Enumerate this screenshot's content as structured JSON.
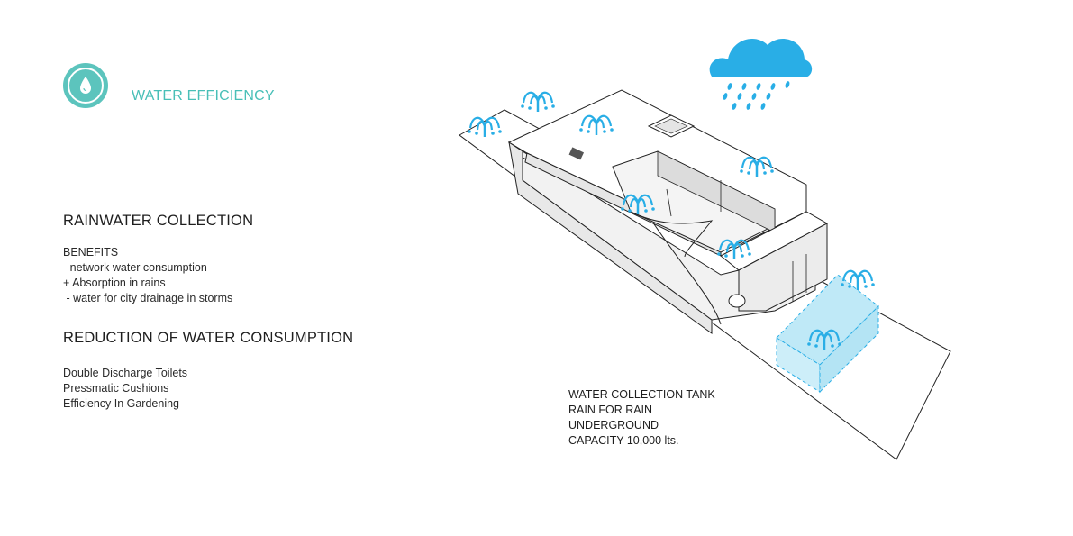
{
  "header": {
    "icon": "water-drop-icon",
    "title": "WATER EFFICIENCY",
    "accent_color": "#48bfb7"
  },
  "rainwater": {
    "title": "RAINWATER COLLECTION",
    "lines": [
      "BENEFITS",
      "- network water consumption",
      "+ Absorption in rains",
      " - water for city drainage in storms"
    ]
  },
  "reduction": {
    "title": "REDUCTION OF WATER CONSUMPTION",
    "lines": [
      "Double Discharge Toilets",
      "Pressmatic Cushions",
      "Efficiency In Gardening"
    ]
  },
  "tank": {
    "lines": [
      "WATER COLLECTION TANK",
      "RAIN FOR RAIN",
      "UNDERGROUND",
      "CAPACITY 10,000 lts."
    ],
    "fill_color": "#bfe9f7"
  },
  "icons": {
    "rain_cloud": "rain-cloud-icon",
    "sprinkler": "sprinkler-icon",
    "water_color": "#29aee6"
  }
}
